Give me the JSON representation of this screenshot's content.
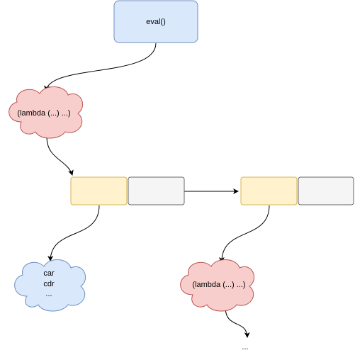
{
  "nodes": {
    "eval": {
      "label": "eval()"
    },
    "lambda_top": {
      "label": "(lambda (...) ...)"
    },
    "lambda_bottom": {
      "label": "(lambda (...) ...)"
    },
    "car_cdr": {
      "lines": [
        "car",
        "cdr",
        "..."
      ]
    },
    "ellipsis": {
      "label": "..."
    }
  },
  "colors": {
    "eval_fill": "#dae8fc",
    "eval_stroke": "#6c8ebf",
    "cell_fill": "#fff2cc",
    "cell_stroke": "#d6b656",
    "next_fill": "#f5f5f5",
    "next_stroke": "#666666",
    "lambda_fill": "#f8cecc",
    "lambda_stroke": "#b85450",
    "carcdr_fill": "#dae8fc",
    "carcdr_stroke": "#6c8ebf",
    "edge": "#000000"
  }
}
